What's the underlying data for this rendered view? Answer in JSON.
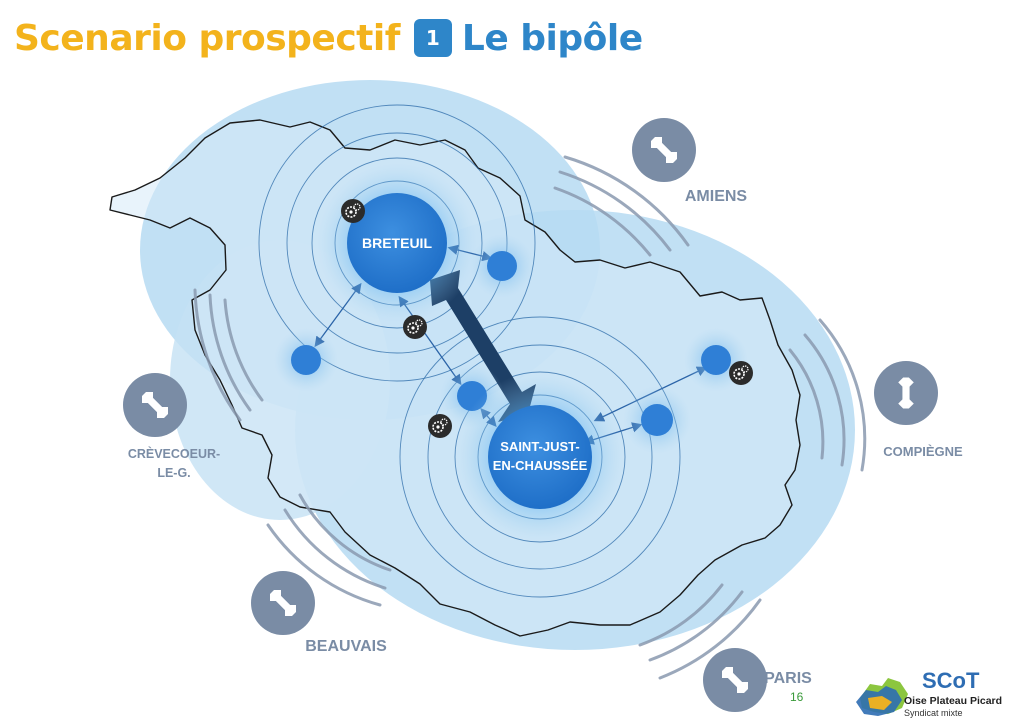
{
  "title": {
    "main": "Scenario prospectif",
    "number": "1",
    "subtitle": "Le bipôle"
  },
  "poles": {
    "breteuil": "BRETEUIL",
    "saint_just_line1": "SAINT-JUST-",
    "saint_just_line2": "EN-CHAUSSÉE"
  },
  "external_cities": {
    "amiens": "AMIENS",
    "compiegne": "COMPIÈGNE",
    "paris": "PARIS",
    "beauvais": "BEAUVAIS",
    "crevecoeur_line1": "CRÈVECOEUR-",
    "crevecoeur_line2": "LE-G."
  },
  "page_number": "16",
  "logo": {
    "name": "SCoT",
    "line1": "Oise Plateau Picard",
    "line2": "Syndicat mixte"
  },
  "colors": {
    "title_yellow": "#f3b31c",
    "title_blue": "#2e86c9",
    "pole_blue": "#2f7fd6",
    "halo_blue": "#a9d3ef",
    "arrow_dark": "#1d3f66",
    "city_gray": "#7a8ca5"
  }
}
